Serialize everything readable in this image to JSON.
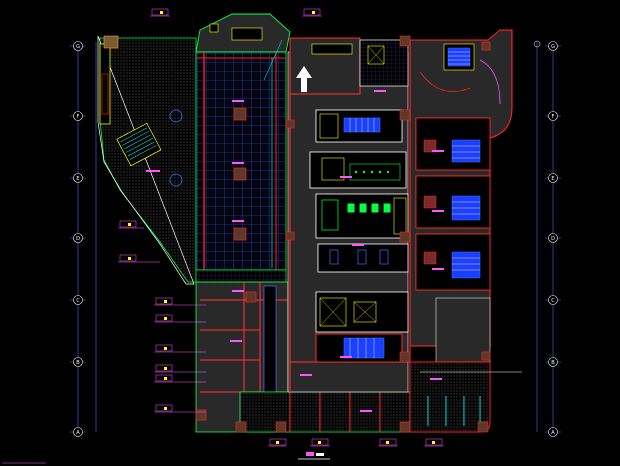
{
  "drawing": {
    "grid_left": [
      "G",
      "F",
      "E",
      "D",
      "C",
      "B",
      "A"
    ],
    "grid_right": [
      "G",
      "F",
      "E",
      "D",
      "C",
      "B",
      "A"
    ],
    "sheet_caption": "",
    "sheet_scale": ""
  },
  "colors": {
    "background": "#000000",
    "wall_red": "#ff2020",
    "line_green": "#00ff44",
    "line_yellow": "#ffff00",
    "line_blue": "#3c6cff",
    "line_cyan": "#00ffff",
    "text_magenta": "#ff55ff",
    "hatch_grey": "#8c8c8c"
  },
  "icons": {
    "north": "up-arrow-icon"
  }
}
